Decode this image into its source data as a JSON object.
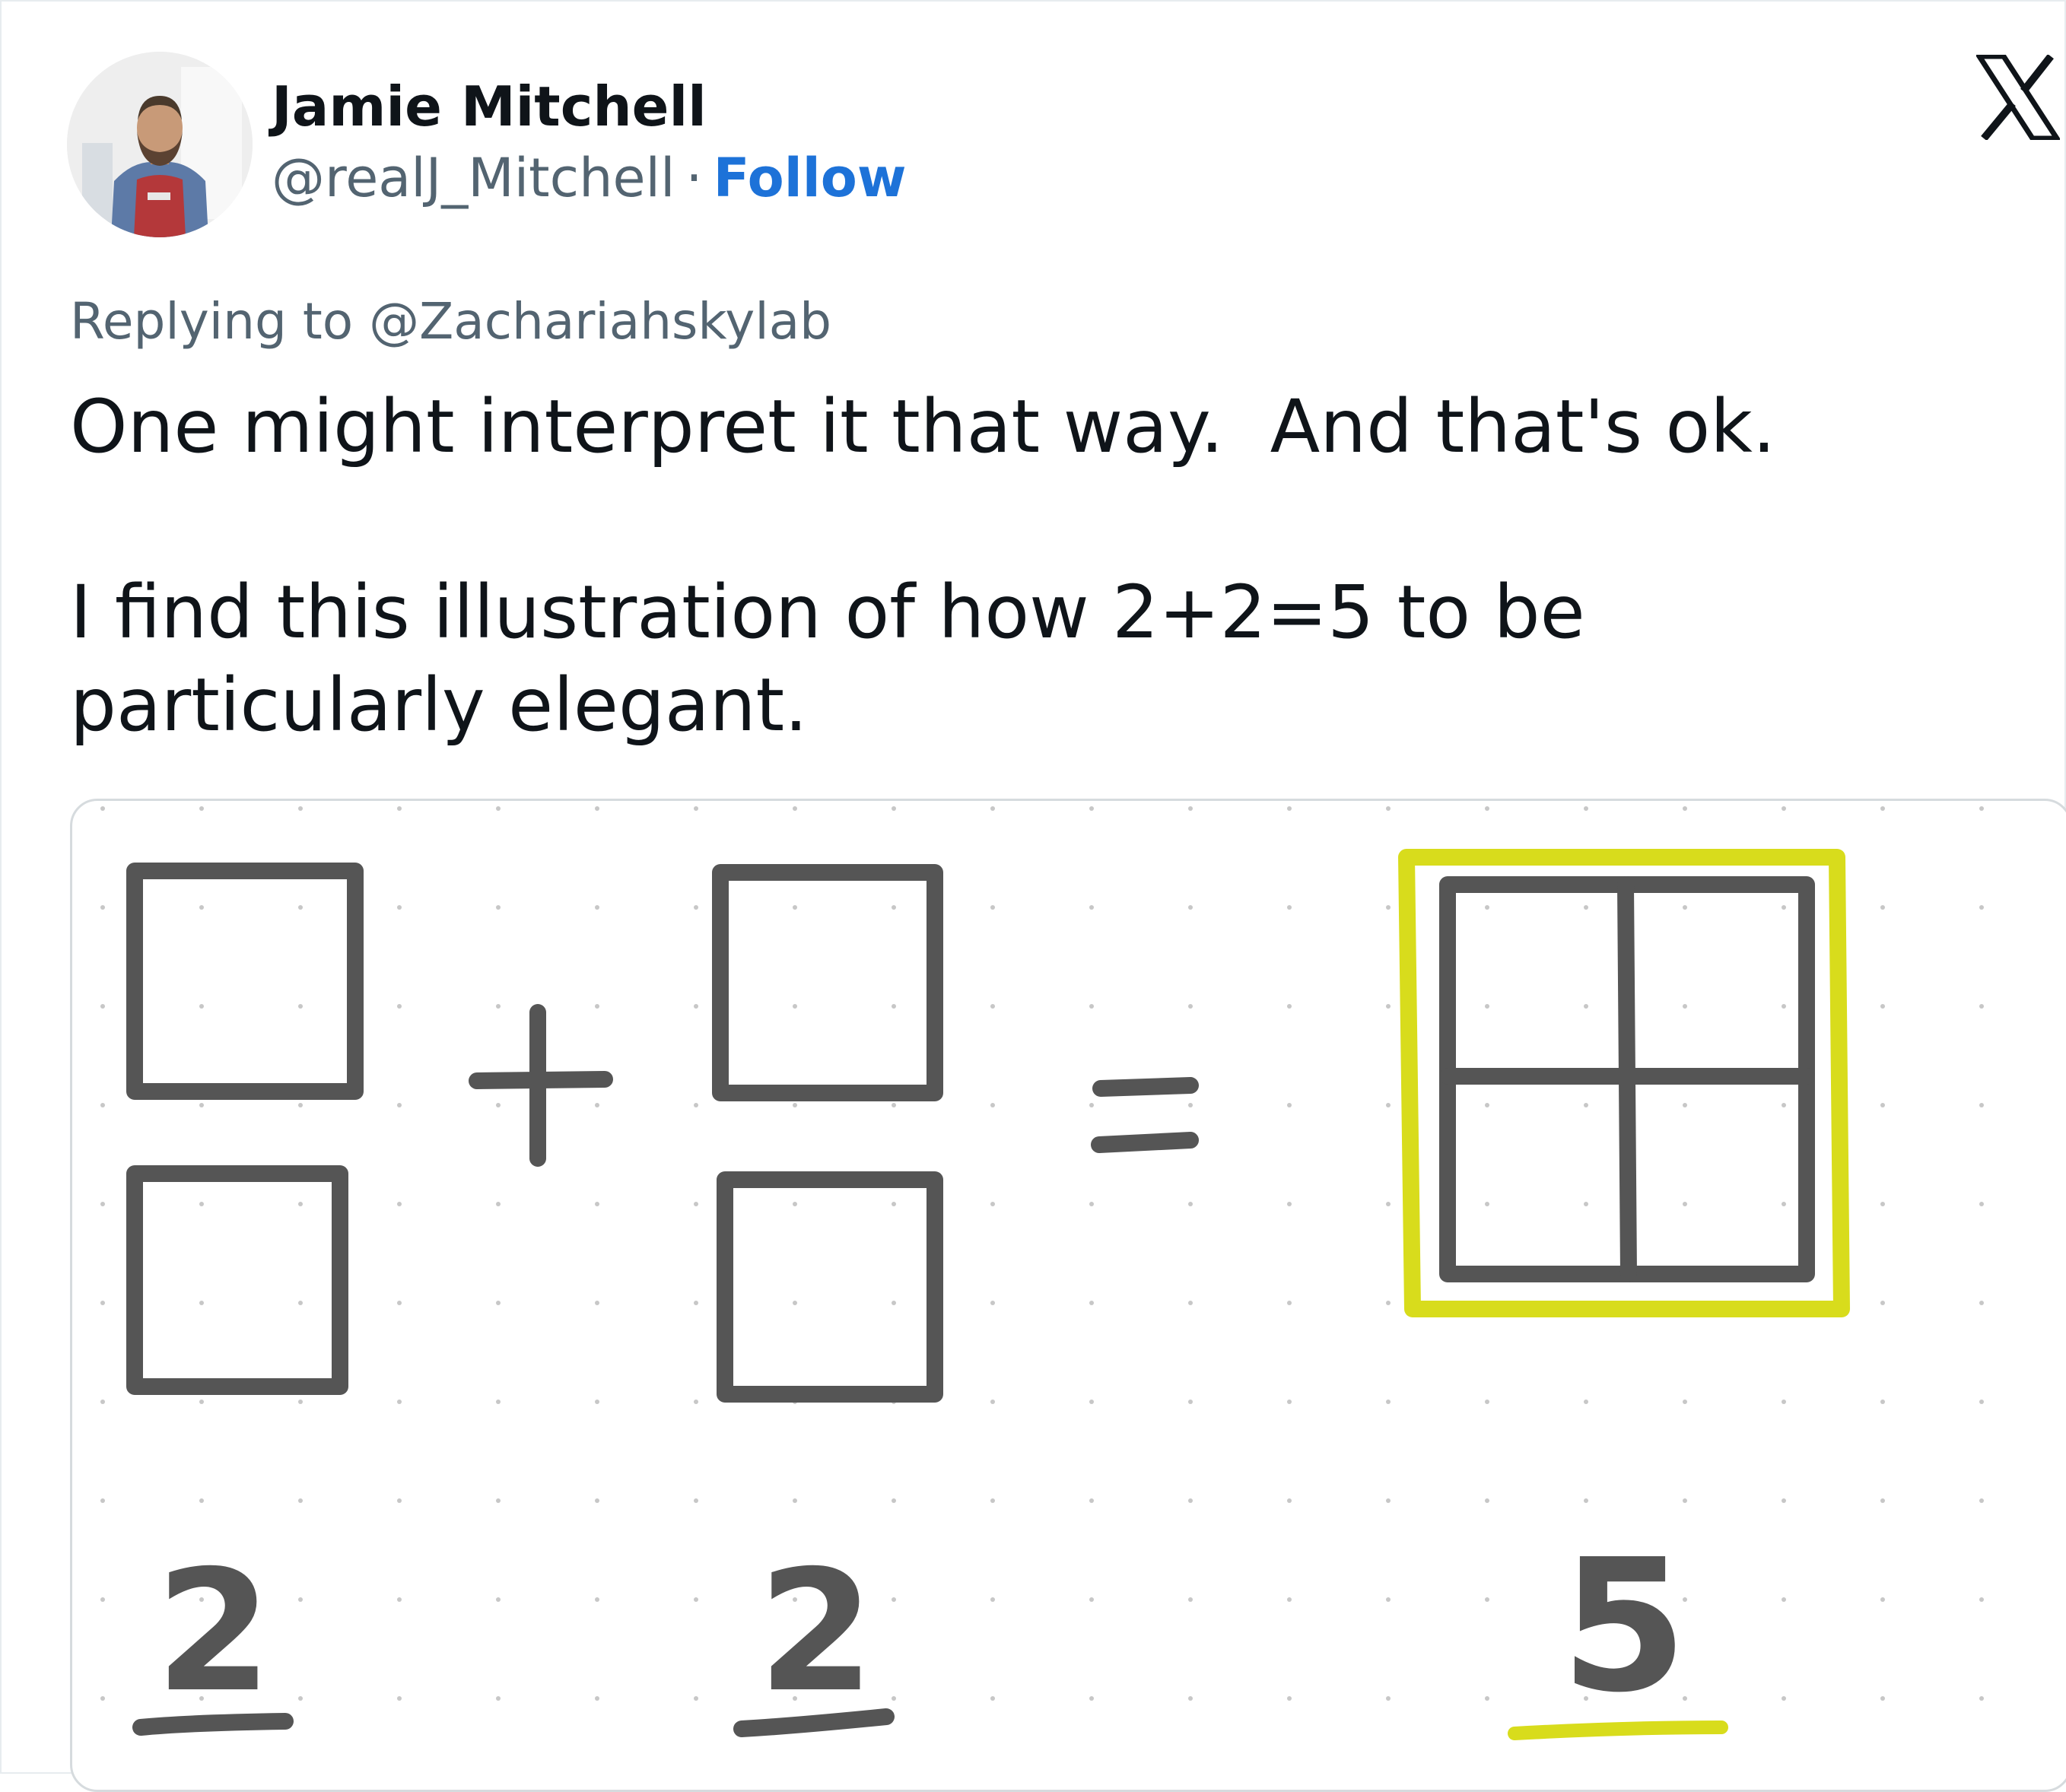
{
  "tweet": {
    "author": {
      "display_name": "Jamie Mitchell",
      "handle": "@realJ_Mitchell",
      "separator": "·",
      "follow_label": "Follow"
    },
    "brand_icon": "x-logo-icon",
    "replying_prefix": "Replying to",
    "replying_handle": "@Zachariahskylab",
    "text_lines": [
      "One might interpret it that way.  And that's ok.",
      "I find this illustration of how 2+2=5 to be\nparticularly elegant."
    ],
    "illustration": {
      "left_number": "2",
      "middle_number": "2",
      "right_number": "5",
      "plus_sign": "+",
      "equals_sign": "=",
      "highlight_color": "#d8dc1c",
      "ink_color": "#555555"
    }
  },
  "colors": {
    "text_primary": "#0f1419",
    "text_secondary": "#536471",
    "link": "#1d72d8"
  }
}
